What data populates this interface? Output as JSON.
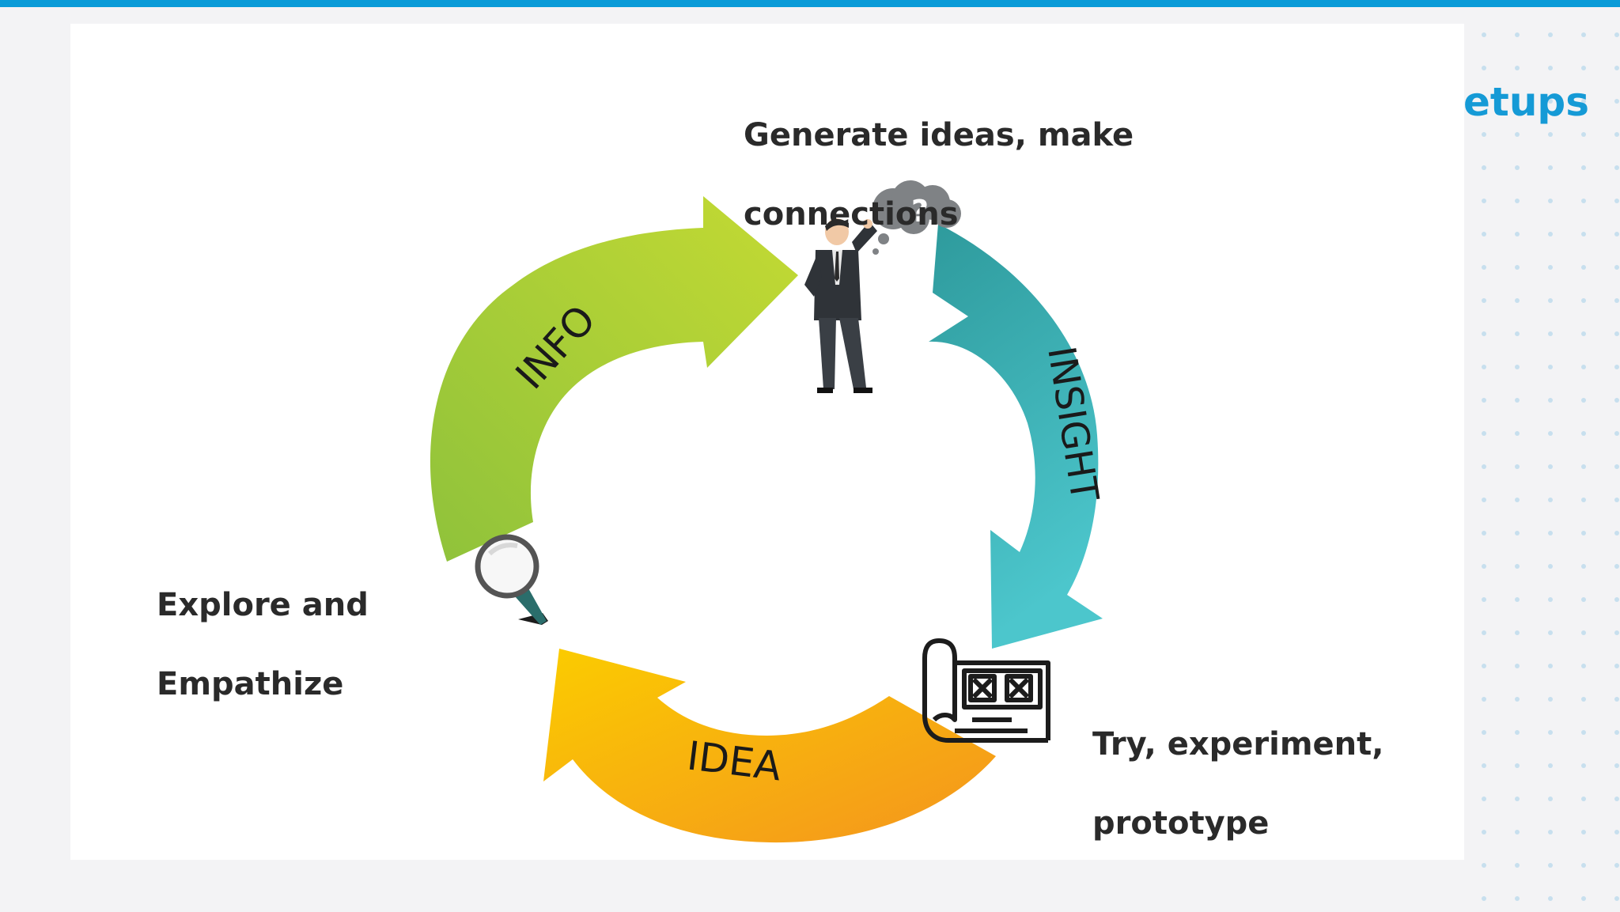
{
  "brand": {
    "text": "etups",
    "color": "#159ad6"
  },
  "accent": {
    "top_bar": "#0a9bd8",
    "dots": "#c7dfee"
  },
  "diagram": {
    "cycle": [
      {
        "label": "INFO",
        "colors": [
          "#9bc93a",
          "#c2d934"
        ]
      },
      {
        "label": "INSIGHT",
        "colors": [
          "#2e9ea0",
          "#49c2c8"
        ]
      },
      {
        "label": "IDEA",
        "colors": [
          "#f9c600",
          "#f49a1e"
        ]
      }
    ],
    "captions": {
      "generate": [
        "Generate ideas, make",
        "connections"
      ],
      "explore": [
        "Explore and",
        "Empathize"
      ],
      "try": [
        "Try, experiment,",
        "prototype"
      ]
    },
    "icons": [
      "thinking-person-icon",
      "thought-bubble-icon",
      "magnifying-glass-icon",
      "prototype-scroll-icon"
    ]
  }
}
